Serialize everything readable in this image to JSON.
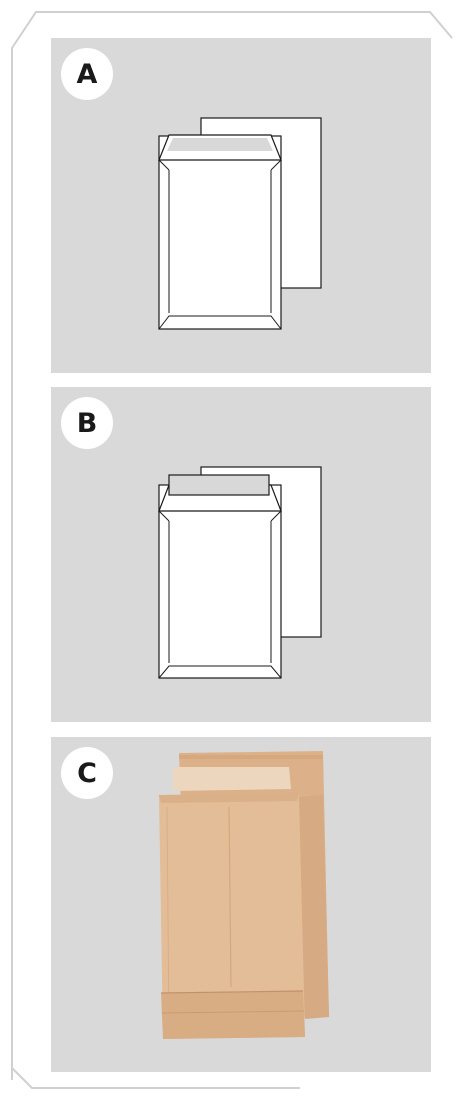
{
  "panels": [
    {
      "label": "A",
      "illustration": "white-pocket-envelope-peel-seal-icon"
    },
    {
      "label": "B",
      "illustration": "white-pocket-envelope-strip-seal-icon"
    },
    {
      "label": "C",
      "illustration": "kraft-gusset-envelope-icon"
    }
  ],
  "colors": {
    "panel_bg": "#d9d9d9",
    "frame_line": "#d0d0d0",
    "badge_bg": "#ffffff",
    "outline": "#1a1a1a",
    "kraft": "#dfb88f",
    "kraft_dark": "#cfa57c",
    "kraft_light": "#ead3bb"
  }
}
